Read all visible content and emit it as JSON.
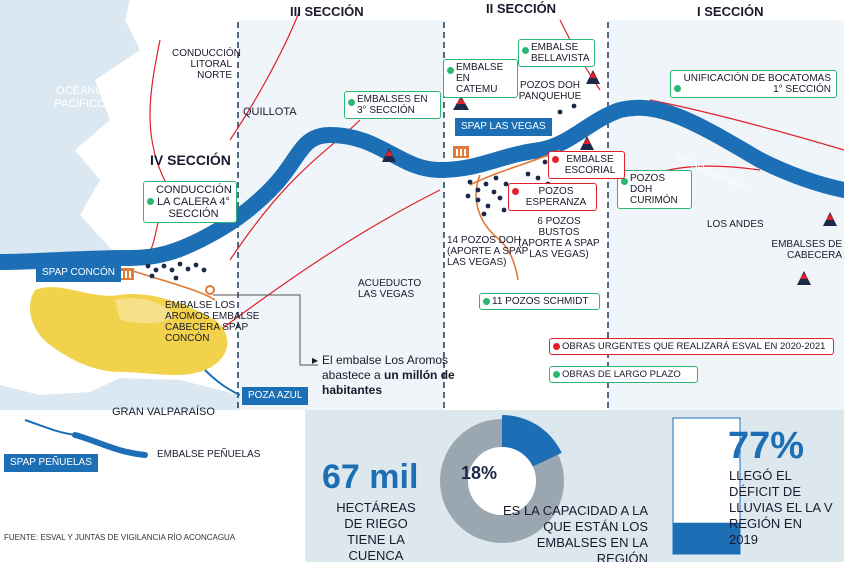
{
  "sections": {
    "iii": "III SECCIÓN",
    "ii": "II SECCIÓN",
    "i": "I SECCIÓN",
    "iv": "IV SECCIÓN"
  },
  "places": {
    "ocean": "OCÉANO PACIFICO",
    "quillota": "QUILLOTA",
    "los_andes": "LOS ANDES",
    "gran_valparaiso": "GRAN VALPARAÍSO",
    "rio_aconcagua": "RÍO ACONCAGUA"
  },
  "labels": {
    "conduccion_litoral": "CONDUCCIÓN LITORAL NORTE",
    "acueducto": "ACUEDUCTO LAS VEGAS",
    "pozos_panquehue": "POZOS DOH PANQUEHUE",
    "pozos_14": "14 POZOS DOH (APORTE A SPAP LAS VEGAS)",
    "pozos_bustos": "6 POZOS BUSTOS (APORTE A SPAP LAS VEGAS)",
    "embalses_cabecera": "EMBALSES DE CABECERA",
    "embalse_aromos": "EMBALSE LOS AROMOS EMBALSE CABECERA SPAP CONCÓN",
    "embalse_penuelas": "EMBALSE PEÑUELAS",
    "aromos_note_pre": "El embalse Los Aromos abastece a ",
    "aromos_note_bold": "un millón de habitantes"
  },
  "green_boxes": {
    "embalse_catemu": "EMBALSE EN CATEMU",
    "embalse_bellavista": "EMBALSE BELLAVISTA",
    "embalses_3": "EMBALSES EN 3° SECCIÓN",
    "unificacion": "UNIFICACIÓN DE BOCATOMAS 1° SECCIÓN",
    "conduccion_calera": "CONDUCCIÓN LA CALERA 4° SECCIÓN",
    "pozos_curimon": "POZOS DOH CURIMÓN",
    "pozos_schmidt": "11 POZOS SCHMIDT"
  },
  "red_boxes": {
    "embalse_escorial": "EMBALSE ESCORIAL",
    "pozos_esperanza": "POZOS ESPERANZA"
  },
  "tags": {
    "spap_las_vegas": "SPAP LAS VEGAS",
    "spap_concon": "SPAP CONCÓN",
    "poza_azul": "POZA AZUL",
    "spap_penuelas": "SPAP PEÑUELAS"
  },
  "legend": {
    "urgent": "OBRAS URGENTES QUE REALIZARÁ ESVAL EN 2020-2021",
    "long_term": "OBRAS DE LARGO PLAZO"
  },
  "stats": {
    "hectares_value": "67 mil",
    "hectares_text": "HECTÁREAS DE RIEGO TIENE LA CUENCA",
    "capacity_value": "18%",
    "capacity_fraction": 0.18,
    "capacity_text": "ES LA CAPACIDAD A LA QUE ESTÁN LOS EMBALSES EN LA REGIÓN",
    "deficit_value": "77%",
    "deficit_fraction": 0.77,
    "deficit_text": "LLEGÓ EL DÉFICIT DE LLUVIAS EL LA V REGIÓN EN 2019"
  },
  "source": "FUENTE: ESVAL Y JUNTAS DE VIGILANCIA RÍO ACONCAGUA",
  "colors": {
    "river": "#1d6fb5",
    "green": "#2bb673",
    "red": "#e0202a",
    "urban": "#f2d24a",
    "road": "#e07b39",
    "sea": "#cfe3ef"
  }
}
